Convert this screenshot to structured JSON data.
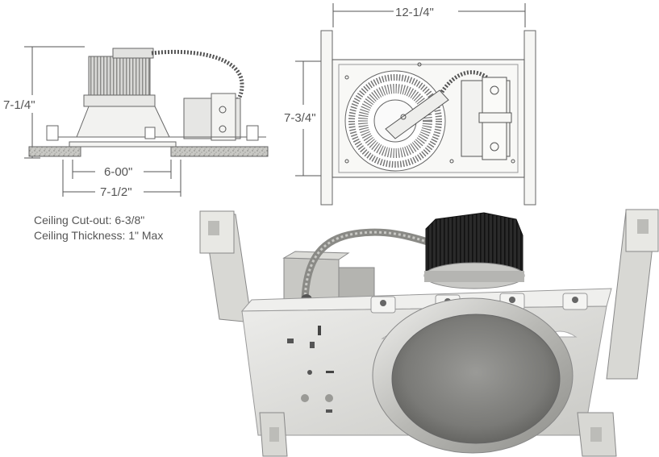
{
  "side_view": {
    "height_label": "7-1/4\"",
    "inner_width_label": "6-00\"",
    "outer_width_label": "7-1/2\""
  },
  "top_view": {
    "width_label": "12-1/4\"",
    "height_label": "7-3/4\""
  },
  "notes": {
    "cutout": "Ceiling Cut-out: 6-3/8\"",
    "thickness": "Ceiling Thickness: 1\" Max"
  },
  "colors": {
    "line": "#555555",
    "metal_light": "#e4e4e2",
    "metal_dark": "#9a9a96",
    "heatsink": "#1e1e1e",
    "ceiling": "#bdbdb8"
  }
}
